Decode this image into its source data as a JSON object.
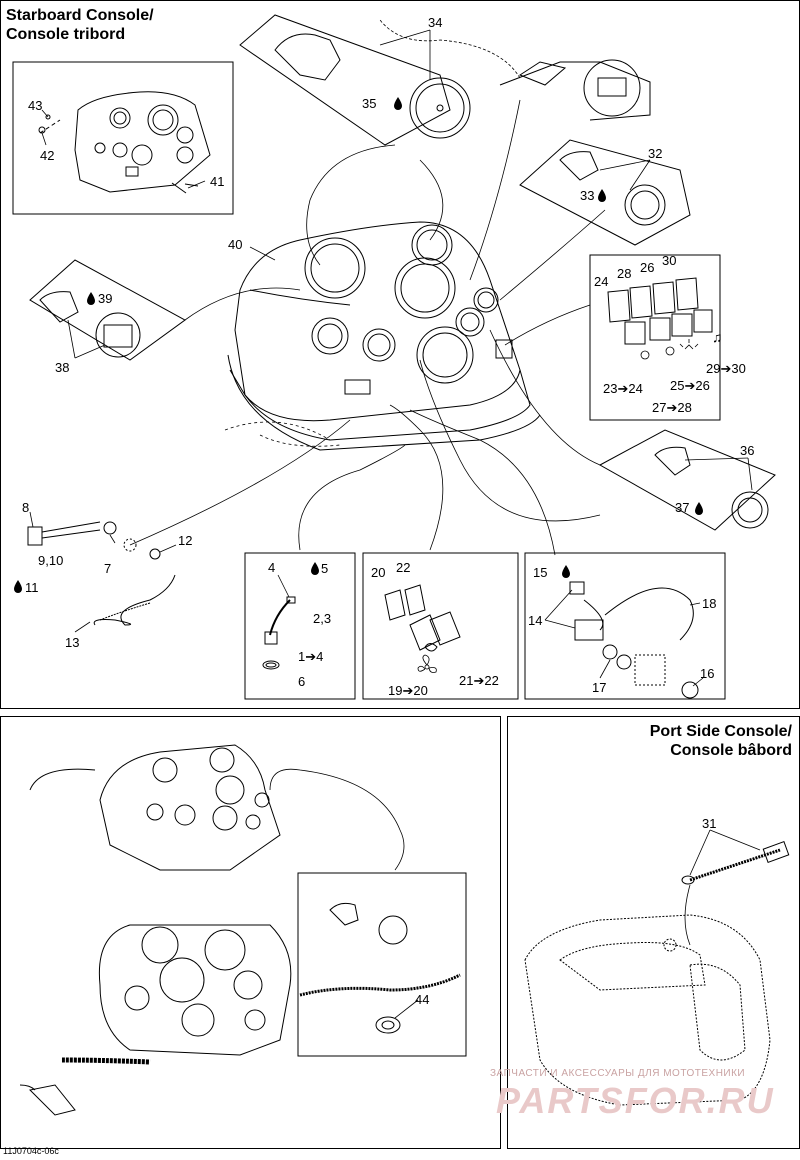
{
  "titles": {
    "starboard_line1": "Starboard Console/",
    "starboard_line2": "Console tribord",
    "port_line1": "Port Side Console/",
    "port_line2": "Console bâbord"
  },
  "labels": {
    "l1_4": "1➔4",
    "l2_3": "2,3",
    "l4": "4",
    "l5": "5",
    "l6": "6",
    "l7": "7",
    "l8": "8",
    "l9_10": "9,10",
    "l11": "11",
    "l12": "12",
    "l13": "13",
    "l14": "14",
    "l15": "15",
    "l16": "16",
    "l17": "17",
    "l18": "18",
    "l19_20": "19➔20",
    "l20": "20",
    "l21_22": "21➔22",
    "l22": "22",
    "l23_24": "23➔24",
    "l24": "24",
    "l25_26": "25➔26",
    "l26": "26",
    "l27_28": "27➔28",
    "l28": "28",
    "l29_30": "29➔30",
    "l30": "30",
    "l31": "31",
    "l32": "32",
    "l33": "33",
    "l34": "34",
    "l35": "35",
    "l36": "36",
    "l37": "37",
    "l38": "38",
    "l39": "39",
    "l40": "40",
    "l41": "41",
    "l42": "42",
    "l43": "43",
    "l44": "44"
  },
  "watermark": {
    "line1": "ЗАПЧАСТИ И АКСЕССУАРЫ ДЛЯ МОТОТЕХНИКИ",
    "line2": "PARTSFOR.RU"
  },
  "diagram_code": "11J0704c-06c",
  "icons": [
    "oil-drop-icon",
    "fan-icon",
    "light-icon",
    "horn-icon"
  ]
}
